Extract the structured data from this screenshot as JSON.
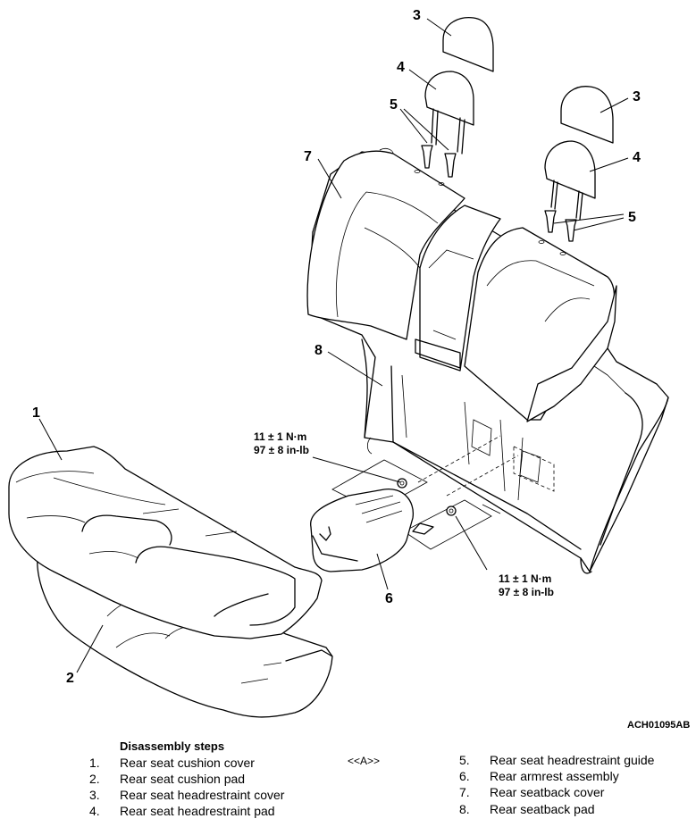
{
  "figure_id": "ACH01095AB",
  "callouts": {
    "c1": "1",
    "c2": "2",
    "c3a": "3",
    "c3b": "3",
    "c4a": "4",
    "c4b": "4",
    "c5a": "5",
    "c5b": "5",
    "c6": "6",
    "c7": "7",
    "c8": "8"
  },
  "torque": {
    "left": {
      "metric": "11 ± 1 N·m",
      "imperial": "97 ± 8 in-lb"
    },
    "right": {
      "metric": "11 ± 1 N·m",
      "imperial": "97 ± 8 in-lb"
    }
  },
  "disassembly": {
    "title": "Disassembly steps",
    "marker": "<<A>>",
    "steps": [
      {
        "num": "1.",
        "text": "Rear seat cushion cover"
      },
      {
        "num": "2.",
        "text": "Rear seat cushion pad"
      },
      {
        "num": "3.",
        "text": "Rear seat headrestraint cover"
      },
      {
        "num": "4.",
        "text": "Rear seat headrestraint pad"
      },
      {
        "num": "5.",
        "text": "Rear seat headrestraint guide"
      },
      {
        "num": "6.",
        "text": "Rear armrest assembly"
      },
      {
        "num": "7.",
        "text": "Rear seatback cover"
      },
      {
        "num": "8.",
        "text": "Rear seatback pad"
      }
    ]
  }
}
